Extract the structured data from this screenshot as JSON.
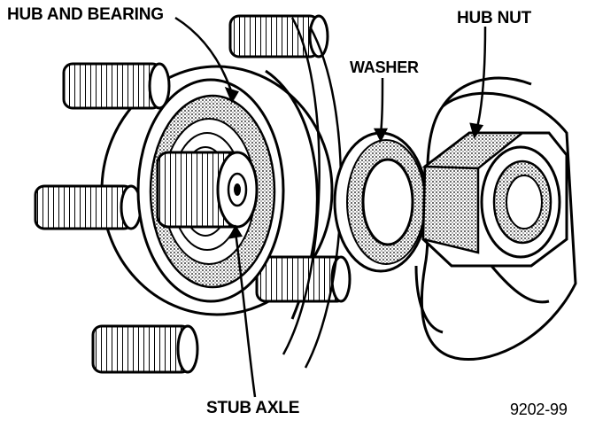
{
  "labels": {
    "hub_and_bearing": "HUB AND BEARING",
    "washer": "WASHER",
    "hub_nut": "HUB NUT",
    "stub_axle": "STUB AXLE",
    "figure_number": "9202-99"
  },
  "colors": {
    "ink": "#000000",
    "paper": "#ffffff",
    "shade": "#b8b8b8"
  },
  "icons": {
    "hub": "hub-and-bearing-drawing",
    "studs": "wheel-stud-drawing",
    "washer": "washer-drawing",
    "nut": "hex-nut-drawing",
    "hand": "hand-drawing"
  }
}
